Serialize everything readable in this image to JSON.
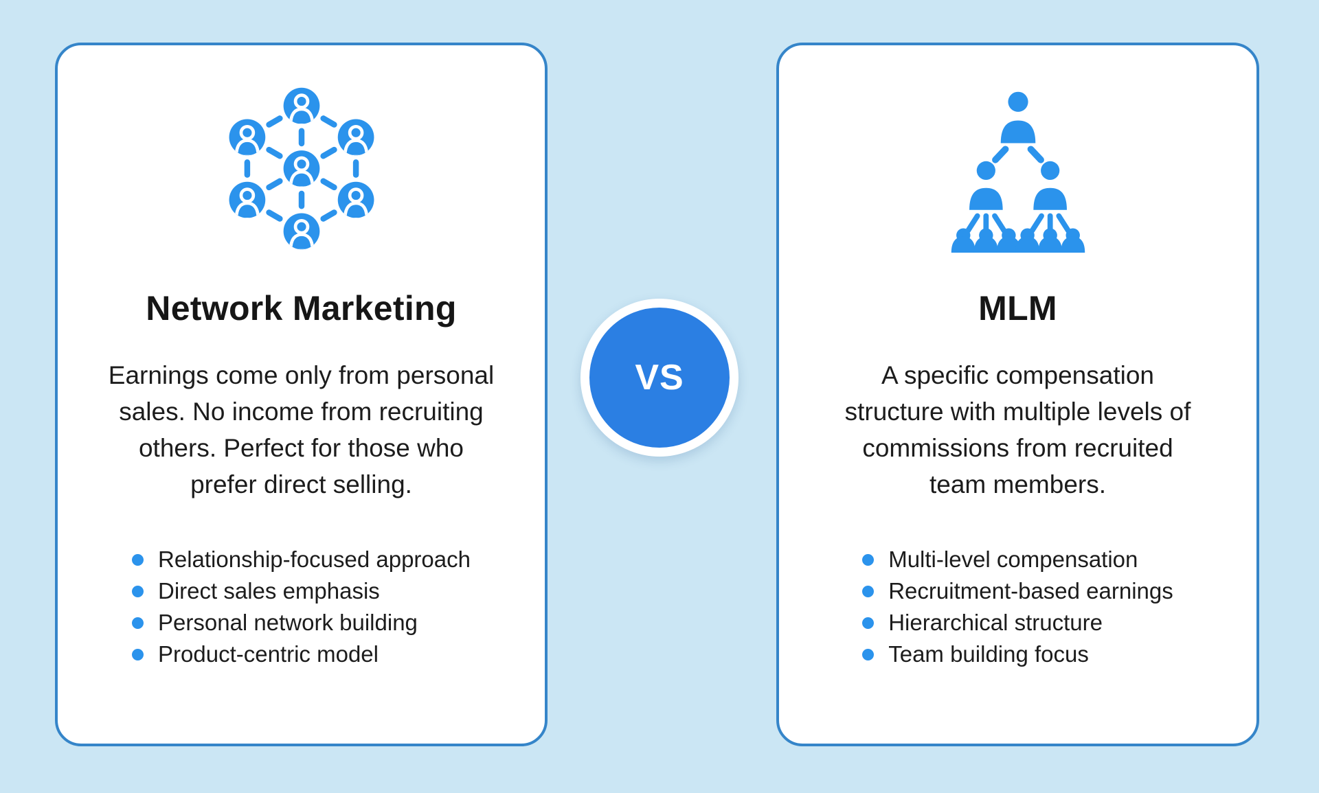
{
  "colors": {
    "background": "#cbe6f4",
    "card_bg": "#ffffff",
    "card_border": "#3585c9",
    "accent_blue": "#2b93ec",
    "vs_bg": "#2b7fe3",
    "text_dark": "#161616",
    "text_body": "#1c1c1c"
  },
  "vs_label": "VS",
  "cards": [
    {
      "icon": "network-icon",
      "title": "Network Marketing",
      "description_lines": [
        "Earnings come only from personal",
        "sales. No income from recruiting",
        "others. Perfect for those who",
        "prefer direct selling."
      ],
      "bullets": [
        "Relationship-focused approach",
        "Direct sales emphasis",
        "Personal network building",
        "Product-centric model"
      ]
    },
    {
      "icon": "hierarchy-icon",
      "title": "MLM",
      "description_lines": [
        "A specific compensation",
        "structure with multiple levels of",
        "commissions from recruited",
        "team members."
      ],
      "bullets": [
        "Multi-level compensation",
        "Recruitment-based earnings",
        "Hierarchical structure",
        "Team building focus"
      ]
    }
  ]
}
